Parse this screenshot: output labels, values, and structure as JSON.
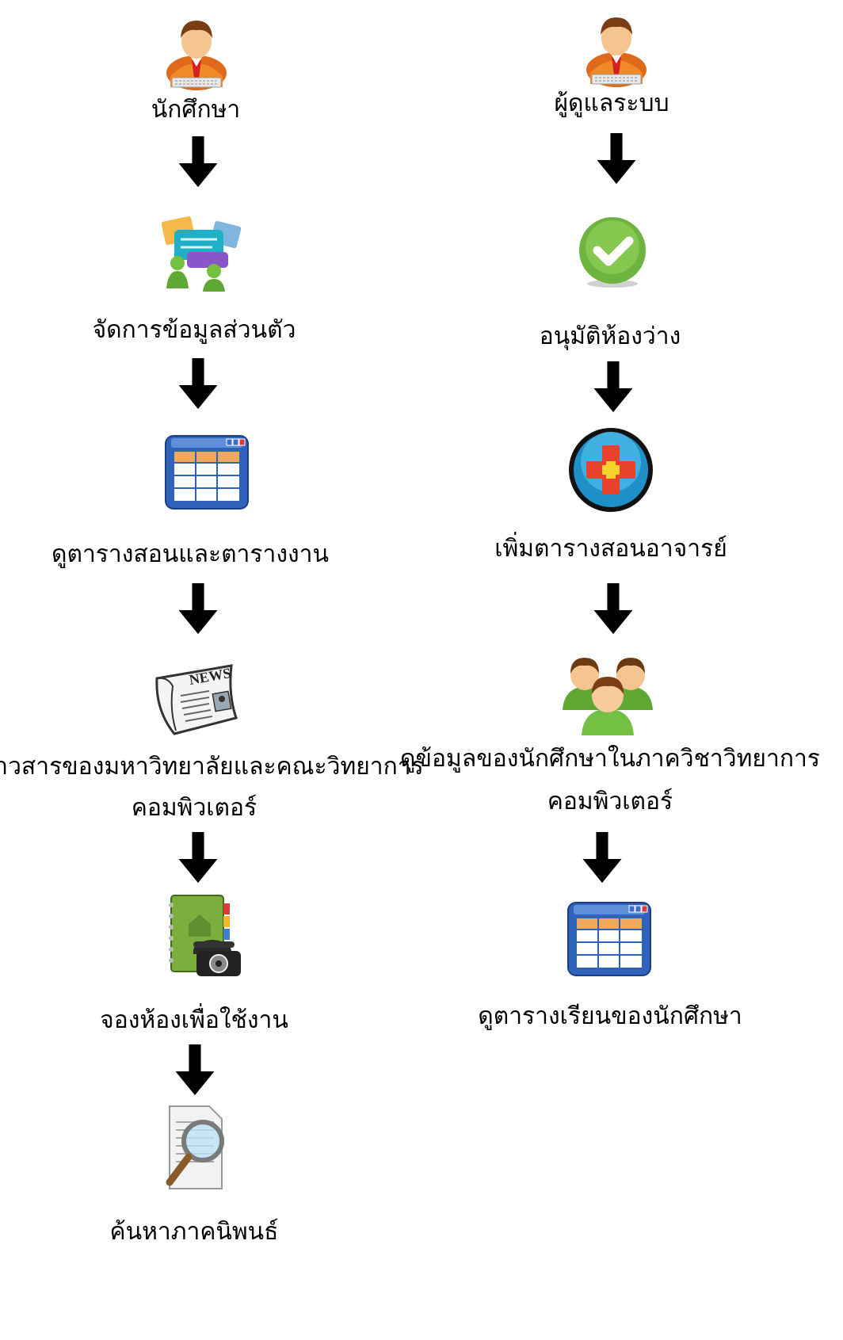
{
  "student_flow": {
    "actor": "นักศึกษา",
    "steps": [
      "จัดการข้อมูลส่วนตัว",
      "ดูตารางสอนและตารางงาน",
      "ดูข่าวสารของมหาวิทยาลัยและคณะวิทยาการ",
      "คอมพิวเตอร์",
      "จองห้องเพื่อใช้งาน",
      "ค้นหาภาคนิพนธ์"
    ],
    "icons": [
      "user-at-keyboard-icon",
      "chat-users-icon",
      "table-window-icon",
      "newspaper-icon",
      "phonebook-telephone-icon",
      "document-magnifier-icon"
    ]
  },
  "admin_flow": {
    "actor": "ผู้ดูแลระบบ",
    "steps": [
      "อนุมัติห้องว่าง",
      "เพิ่มตารางสอนอาจารย์",
      "ดูข้อมูลของนักศึกษาในภาควิชาวิทยาการ",
      "คอมพิวเตอร์",
      "ดูตารางเรียนของนักศึกษา"
    ],
    "icons": [
      "user-at-keyboard-icon",
      "green-check-icon",
      "plus-circle-icon",
      "user-group-icon",
      "table-window-icon"
    ]
  },
  "colors": {
    "arrow": "#000000",
    "check_green": "#6db33f",
    "plus_blue": "#1e8fc7",
    "window_blue": "#2f62b8",
    "table_orange": "#f0a85a"
  }
}
